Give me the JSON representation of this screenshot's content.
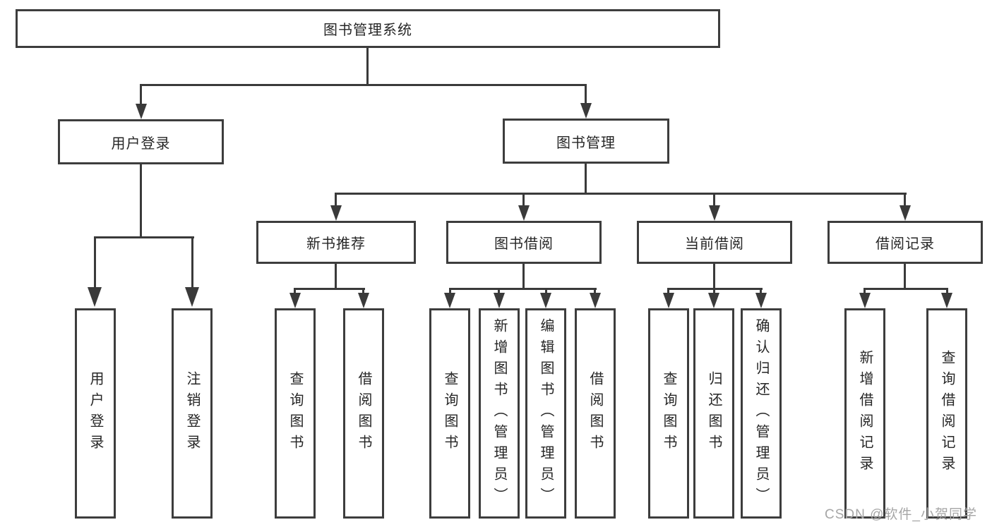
{
  "tree": {
    "root": {
      "label": "图书管理系统"
    },
    "level1": [
      {
        "label": "用户登录",
        "leaves": [
          "用户登录",
          "注销登录"
        ]
      },
      {
        "label": "图书管理",
        "modules": [
          {
            "label": "新书推荐",
            "leaves": [
              "查询图书",
              "借阅图书"
            ]
          },
          {
            "label": "图书借阅",
            "leaves": [
              "查询图书",
              "新增图书（管理员）",
              "编辑图书（管理员）",
              "借阅图书"
            ]
          },
          {
            "label": "当前借阅",
            "leaves": [
              "查询图书",
              "归还图书",
              "确认归还（管理员）"
            ]
          },
          {
            "label": "借阅记录",
            "leaves": [
              "新增借阅记录",
              "查询借阅记录"
            ]
          }
        ]
      }
    ]
  },
  "watermark": "CSDN @软件_小贺同学",
  "colors": {
    "line": "#3a3a3a",
    "border": "#3d3d3d",
    "text": "#262626",
    "watermark": "#a6a6a6",
    "background": "#ffffff"
  }
}
